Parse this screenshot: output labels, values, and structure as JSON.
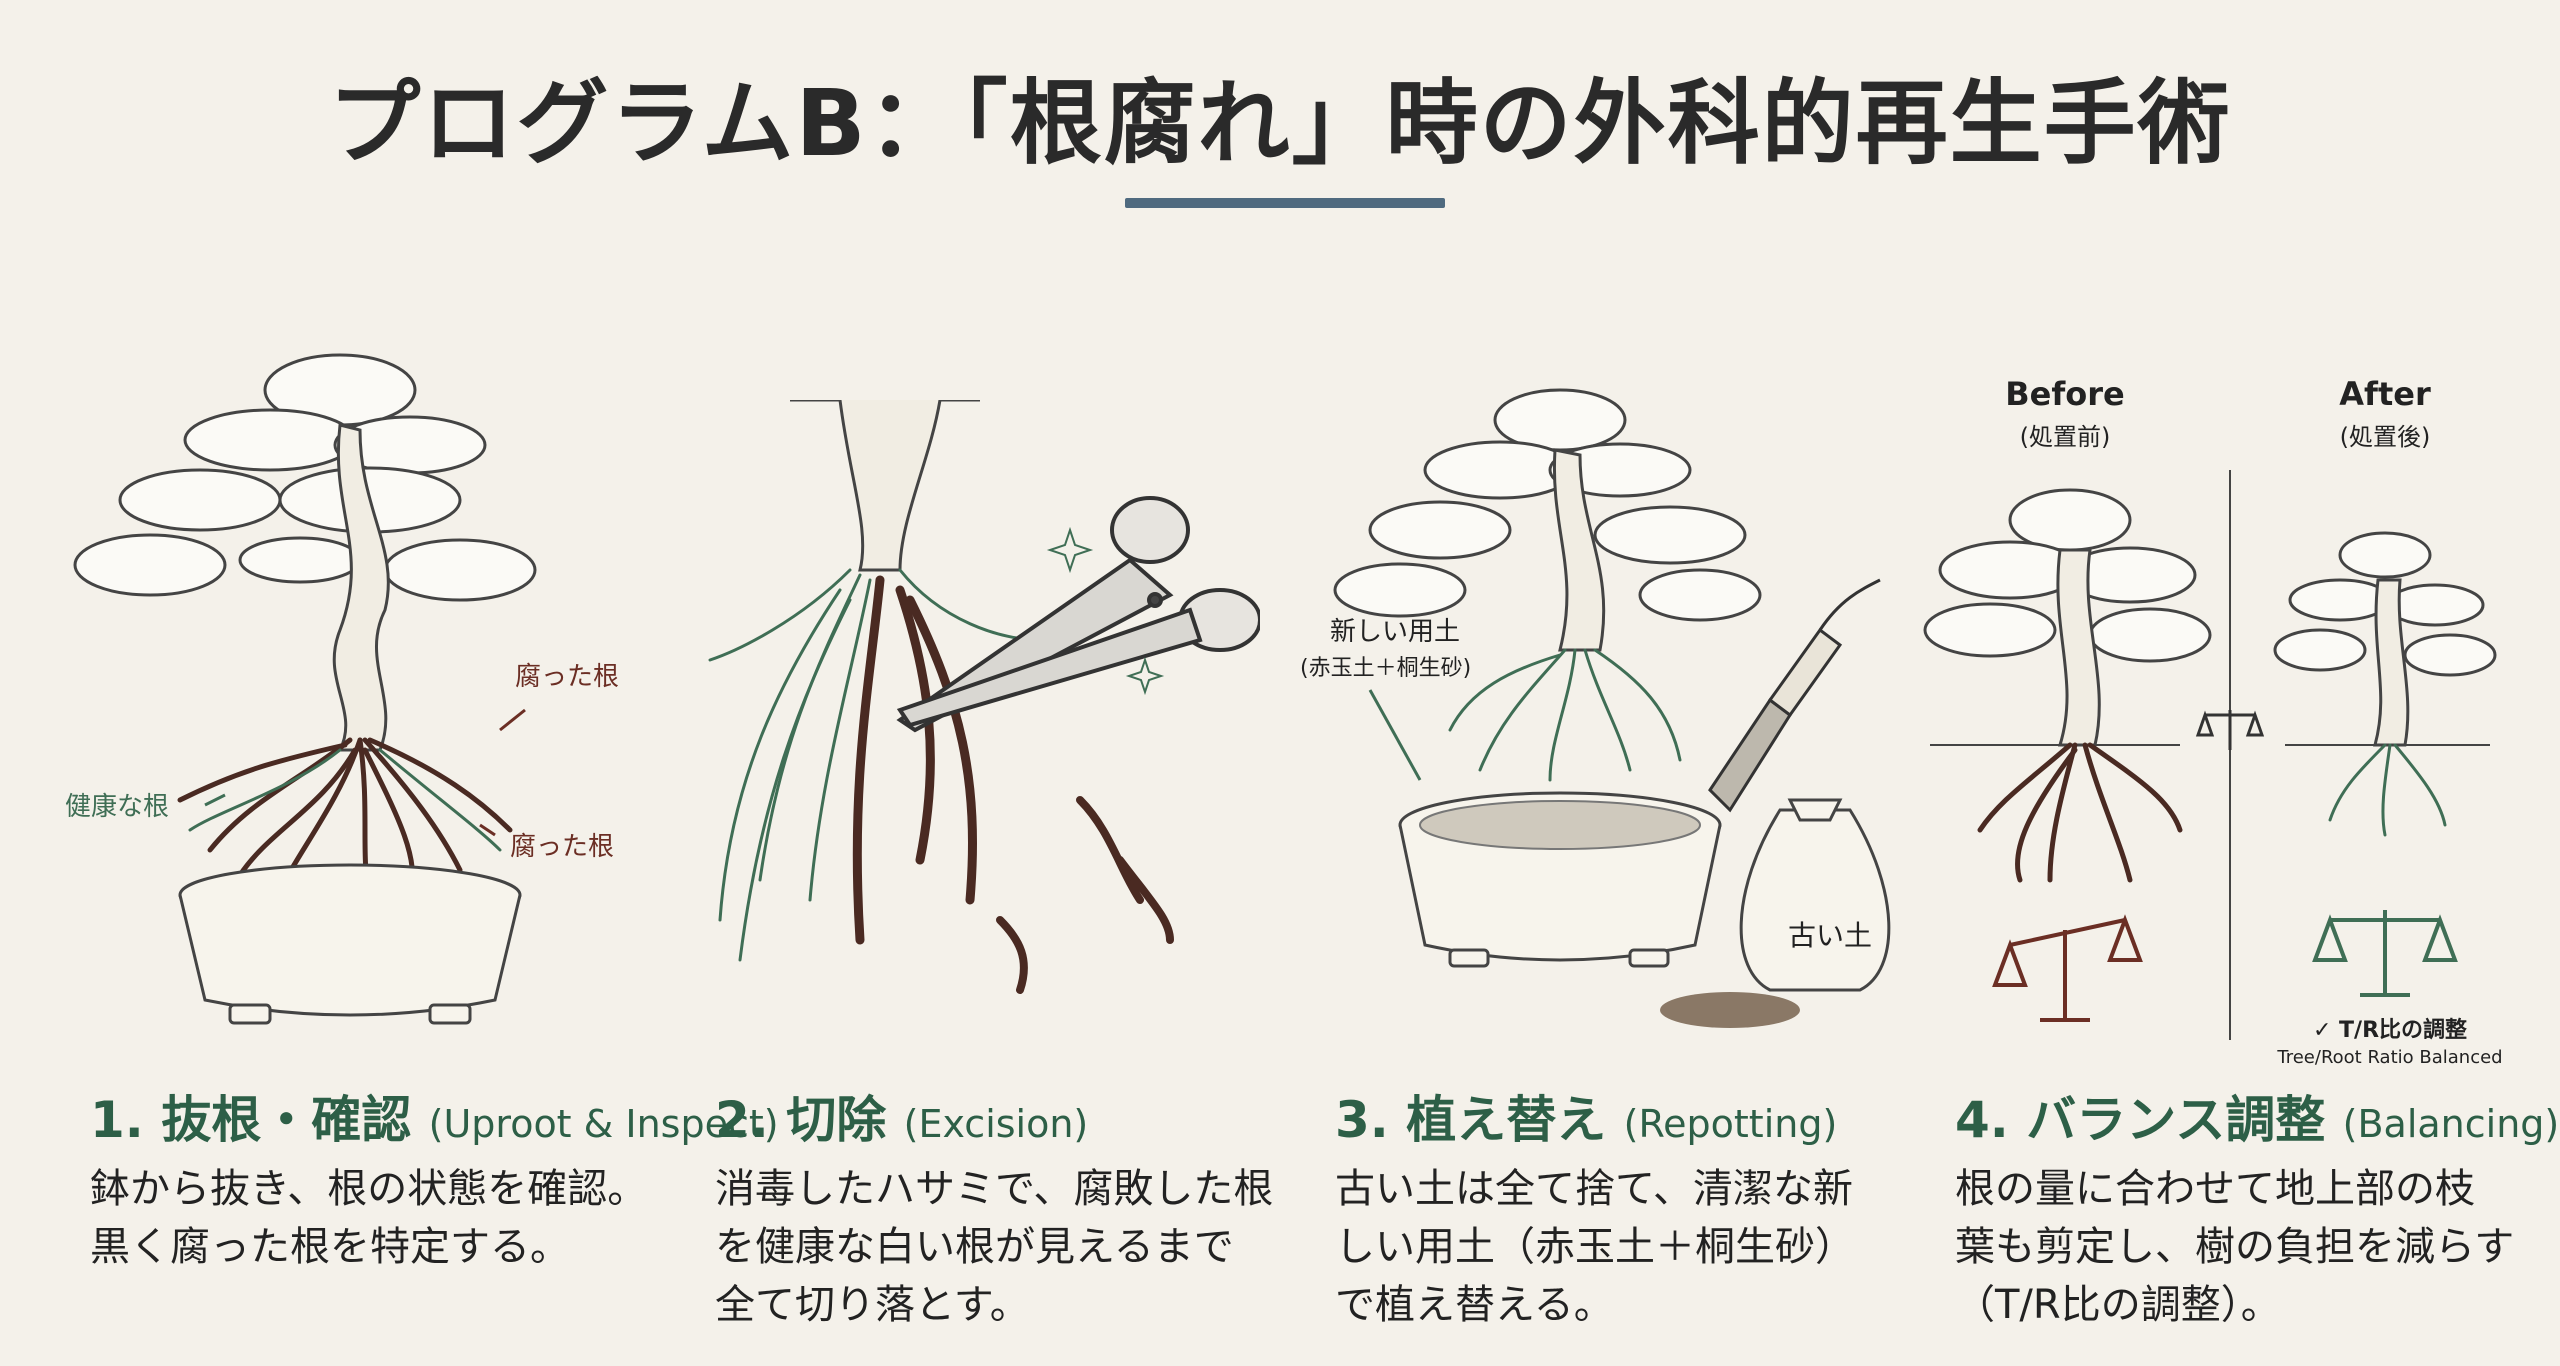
{
  "title": "プログラムB：「根腐れ」時の外科的再生手術",
  "steps": [
    {
      "number": "1.",
      "title": "抜根・確認",
      "en": "(Uproot & Inspect)",
      "desc": "鉢から抜き、根の状態を確認。\n黒く腐った根を特定する。",
      "labels": {
        "rotten_1": "腐った根",
        "rotten_2": "腐った根",
        "healthy": "健康な根"
      }
    },
    {
      "number": "2.",
      "title": "切除",
      "en": "(Excision)",
      "desc": "消毒したハサミで、腐敗した根\nを健康な白い根が見えるまで\n全て切り落とす。"
    },
    {
      "number": "3.",
      "title": "植え替え",
      "en": "(Repotting)",
      "desc": "古い土は全て捨て、清潔な新\nしい用土（赤玉土＋桐生砂）\nで植え替える。",
      "labels": {
        "new_soil_1": "新しい用土",
        "new_soil_2": "(赤玉土＋桐生砂)",
        "old_soil": "古い土"
      }
    },
    {
      "number": "4.",
      "title": "バランス調整",
      "en": "(Balancing)",
      "desc": "根の量に合わせて地上部の枝\n葉も剪定し、樹の負担を減らす\n（T/R比の調整）。",
      "labels": {
        "before": "Before",
        "before_sub": "(処置前)",
        "after": "After",
        "after_sub": "(処置後)",
        "tr_check": "✓ T/R比の調整",
        "tr_en": "Tree/Root Ratio Balanced"
      }
    }
  ],
  "colors": {
    "background": "#f4f1ea",
    "heading_green": "#2d5f47",
    "rotten_root": "#4a2a22",
    "healthy_root": "#3f6e55",
    "accent_blue": "#4f6a7f",
    "label_red": "#6b2e24"
  }
}
